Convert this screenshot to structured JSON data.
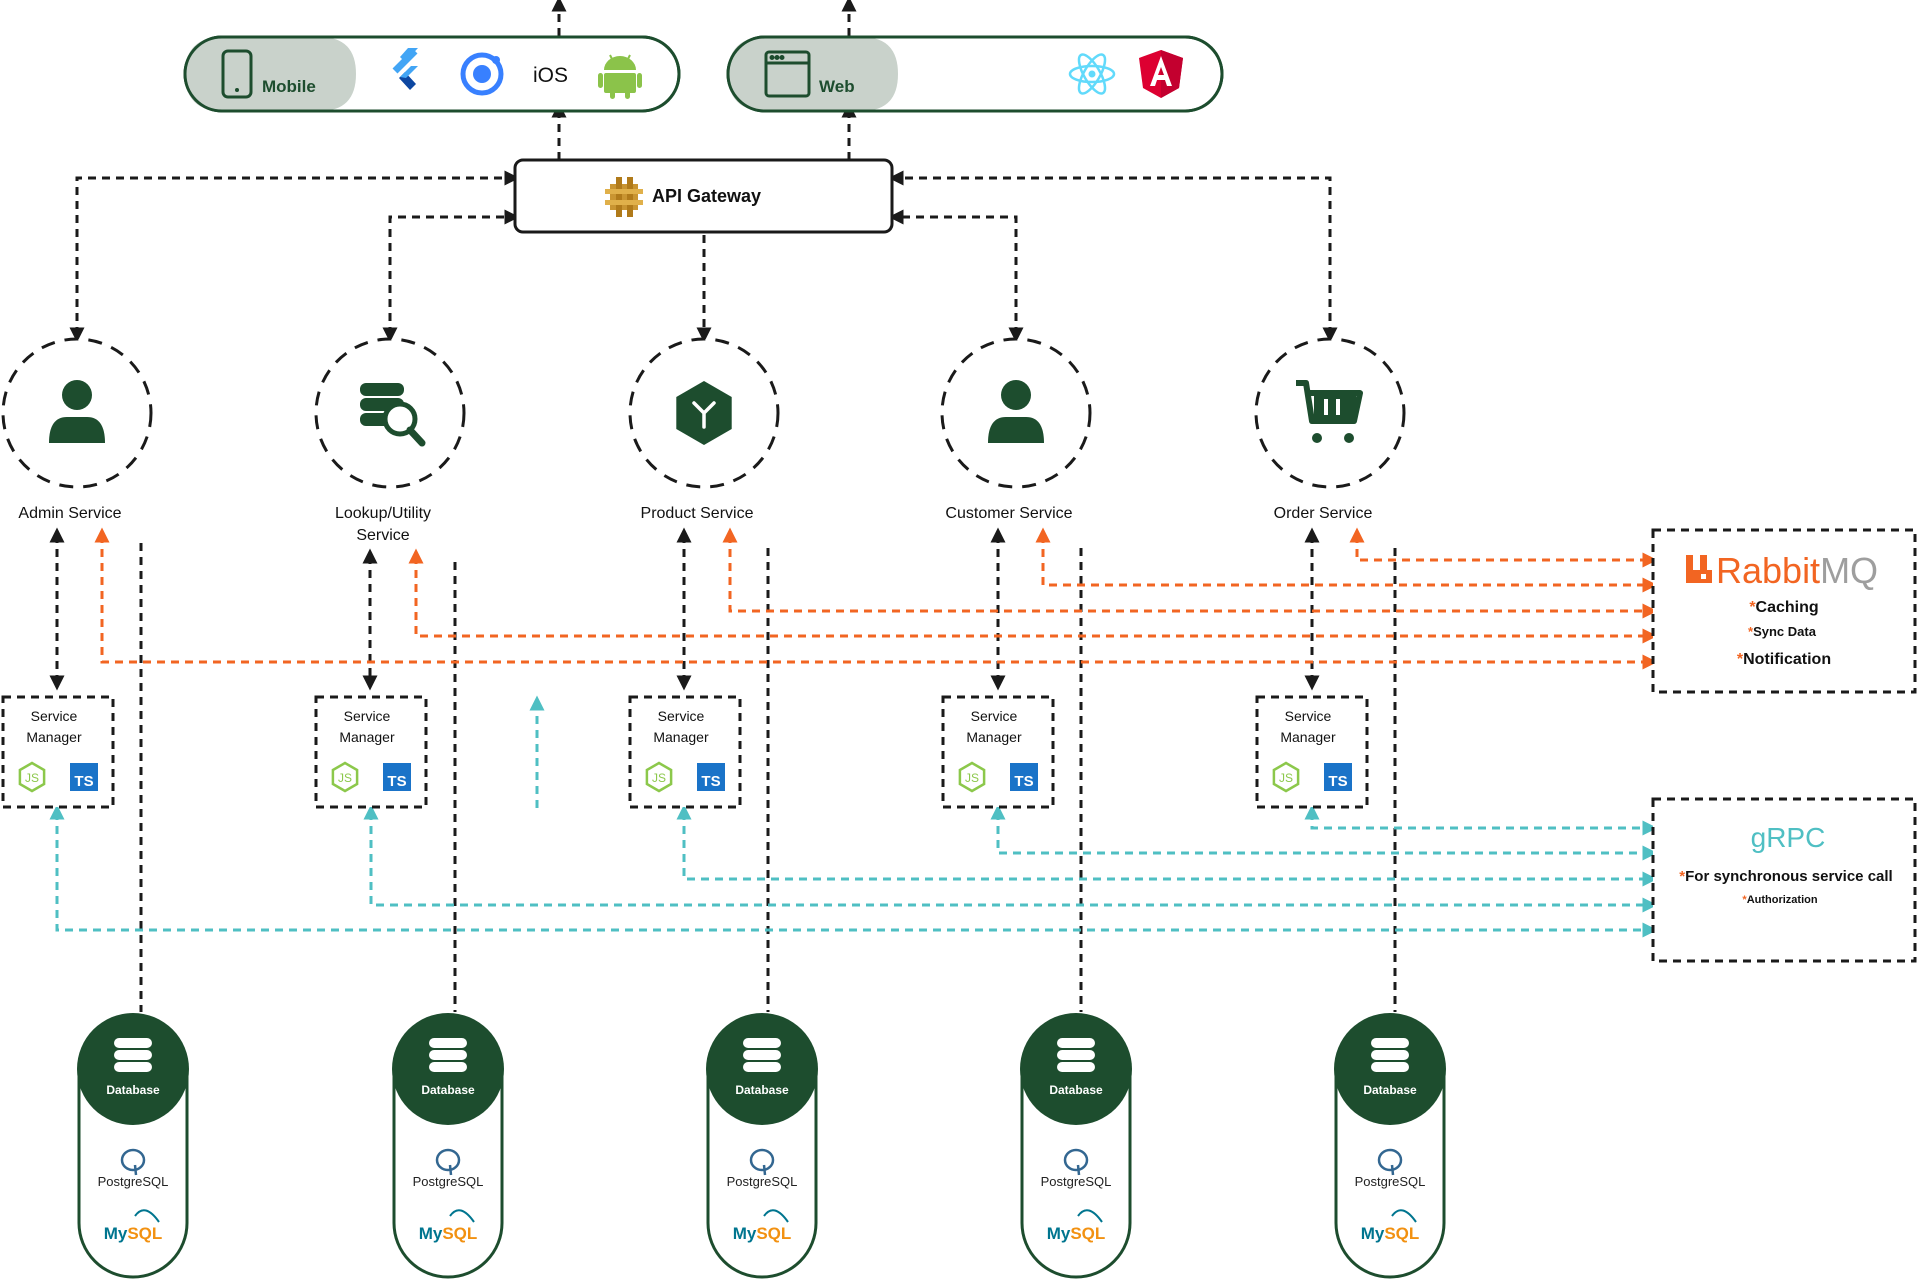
{
  "clients": {
    "mobile": {
      "label": "Mobile",
      "icons": [
        "flutter-icon",
        "ionic-icon",
        "ios-text",
        "android-icon"
      ],
      "ios_label": "iOS"
    },
    "web": {
      "label": "Web",
      "icons": [
        "react-icon",
        "angular-icon"
      ]
    }
  },
  "gateway": {
    "label": "API Gateway"
  },
  "services": [
    {
      "id": "admin",
      "label_lines": [
        "Admin Service"
      ],
      "icon": "user-icon"
    },
    {
      "id": "lookup",
      "label_lines": [
        "Lookup/Utility",
        "Service"
      ],
      "icon": "database-search-icon"
    },
    {
      "id": "product",
      "label_lines": [
        "Product Service"
      ],
      "icon": "product-cube-icon"
    },
    {
      "id": "customer",
      "label_lines": [
        "Customer Service"
      ],
      "icon": "user-icon"
    },
    {
      "id": "order",
      "label_lines": [
        "Order Service"
      ],
      "icon": "cart-icon"
    }
  ],
  "service_manager": {
    "line1": "Service",
    "line2": "Manager",
    "js": "JS",
    "ts": "TS"
  },
  "database": {
    "label": "Database",
    "postgres": "PostgreSQL",
    "mysql_a": "My",
    "mysql_b": "SQL"
  },
  "rabbitmq": {
    "name_a": "Rabbit",
    "name_b": "MQ",
    "items": [
      "Caching",
      "Sync Data",
      "Notification"
    ],
    "bullet": "*",
    "color": "#f26522"
  },
  "grpc": {
    "name": "gRPC",
    "items": [
      "For synchronous service call",
      "Authorization"
    ],
    "bullet": "*",
    "color": "#4fbfc3"
  },
  "colors": {
    "brand_green": "#1d4d2e",
    "pill_fill": "#c9d2cb",
    "orange": "#f26522",
    "teal": "#4fbfc3",
    "line": "#1a1a1a"
  }
}
